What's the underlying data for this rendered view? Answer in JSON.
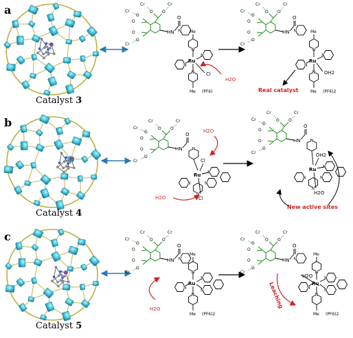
{
  "panels": [
    {
      "letter": "a",
      "catalyst": {
        "prefix": "Catalyst ",
        "number": "3"
      },
      "left": {
        "metal": "Ru",
        "methyl_top": "Me",
        "methyl_bottom": "Me",
        "counter": "(PF6)",
        "amide": "HN",
        "oxygen": "O",
        "chloride": "Cl",
        "water": "H2O"
      },
      "right": {
        "metal": "Ru",
        "methyl_top": "Me",
        "methyl_bottom": "Me",
        "counter": "(PF6)2",
        "amide": "HN",
        "oxygen": "O",
        "aqua": "OH2"
      },
      "callout": "Real catalyst"
    },
    {
      "letter": "b",
      "catalyst": {
        "prefix": "Catalyst ",
        "number": "4"
      },
      "left": {
        "metal": "Ru",
        "amide": "HN",
        "oxygen": "O",
        "chloride_top": "Cl",
        "chloride_bottom": "Cl",
        "water_top": "H2O",
        "water_bottom": "H2O"
      },
      "right": {
        "metal": "Ru",
        "amide": "HN",
        "oxygen": "O",
        "aqua_top": "OH2",
        "aqua_bottom": "H2O"
      },
      "callout": "New active sites"
    },
    {
      "letter": "c",
      "catalyst": {
        "prefix": "Catalyst ",
        "number": "5"
      },
      "left": {
        "metal": "Ru",
        "methyl_top": "Me",
        "methyl_bottom": "Me",
        "counter": "(PF6)2",
        "amide": "HN",
        "oxygen": "O",
        "water": "H2O"
      },
      "right": {
        "metal": "Ru",
        "methyl_top": "Me",
        "methyl_bottom": "Me",
        "counter": "(PF6)2",
        "amide": "HN",
        "oxygen": "O",
        "aqua": "H2O"
      },
      "callout": "Leaching"
    }
  ],
  "framework_atoms": {
    "cr": "Cr",
    "o": "O"
  },
  "colors": {
    "cage_node": "#3cc0d8",
    "cage_edge": "#b8b040",
    "linker": "#1a8a1a",
    "callout": "#cc2222",
    "link_arrow": "#2a7ab0"
  }
}
